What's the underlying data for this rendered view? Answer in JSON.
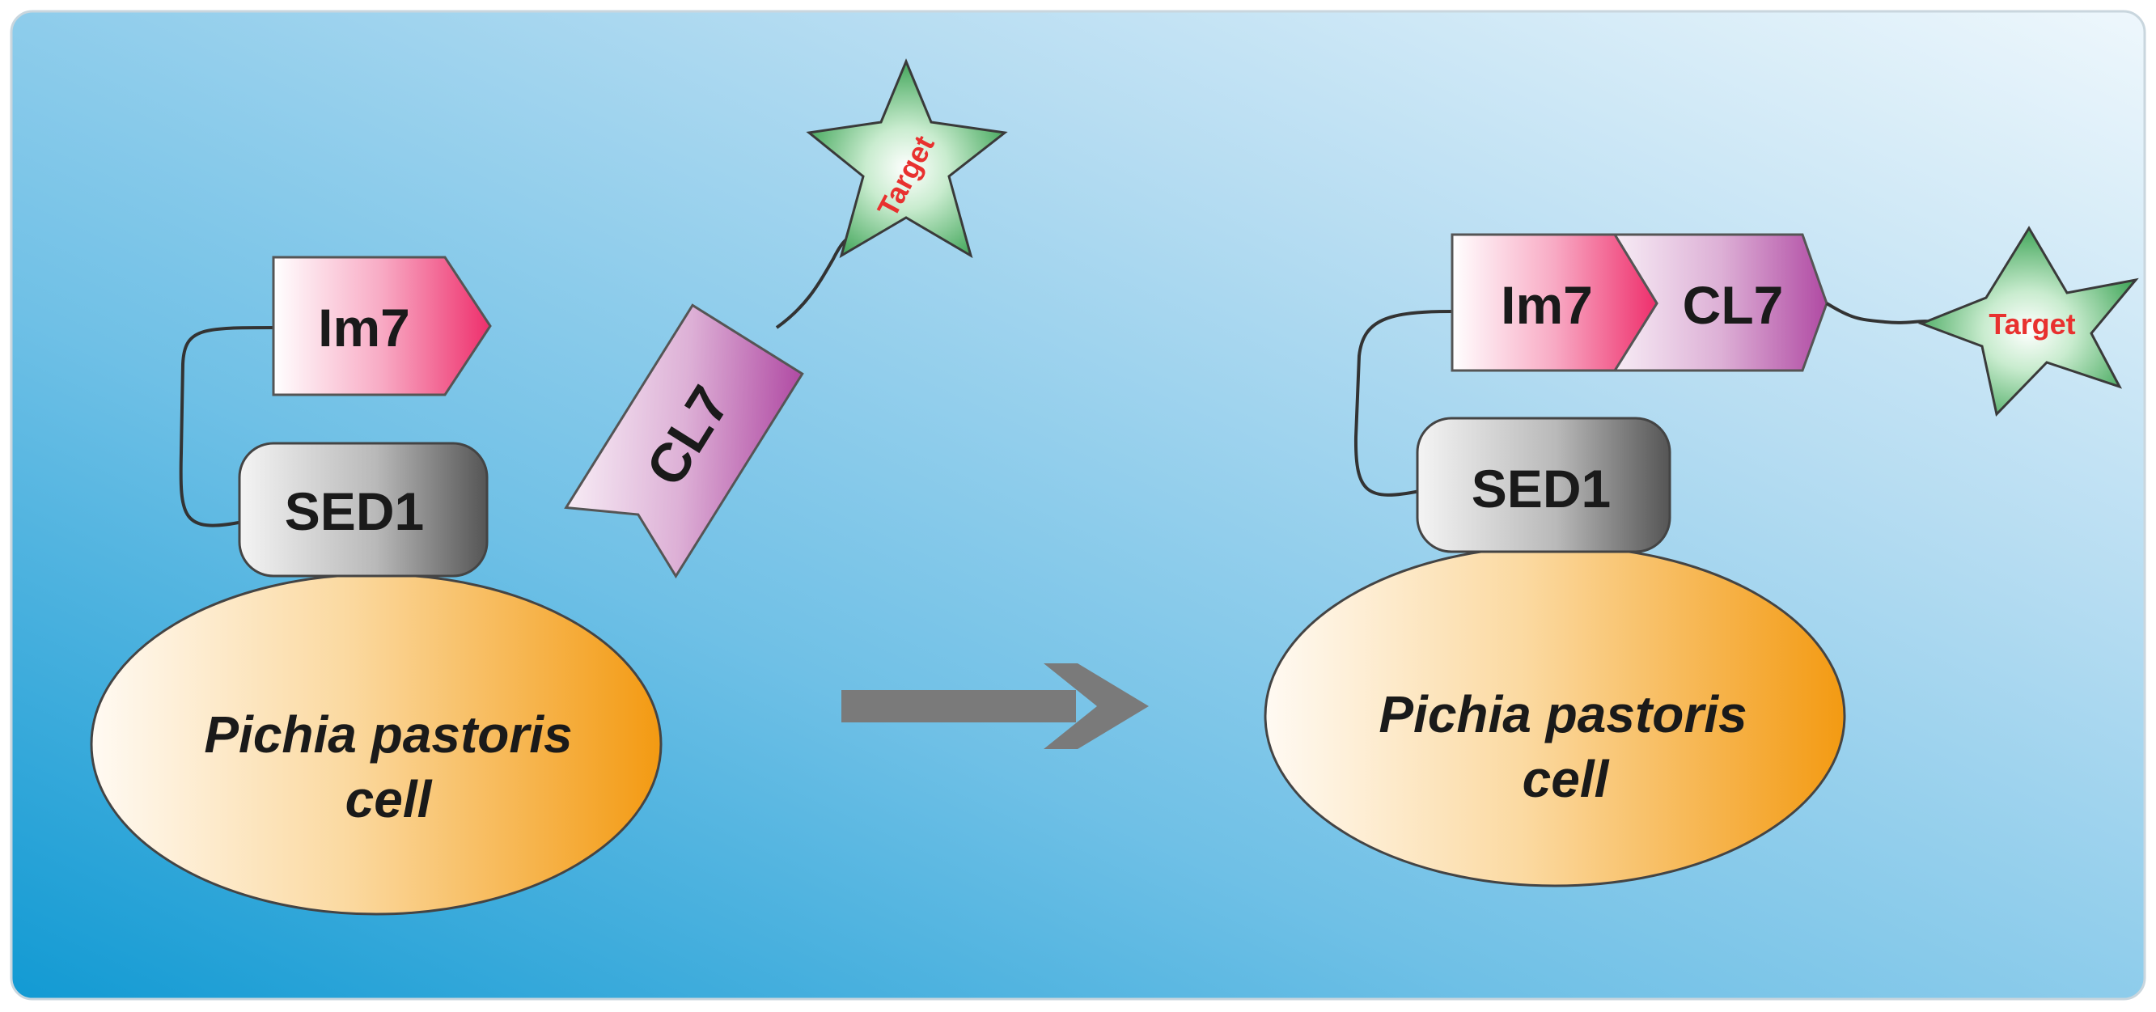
{
  "left": {
    "im7": "Im7",
    "sed1": "SED1",
    "cl7": "CL7",
    "target": "Target",
    "cell_line1": "Pichia pastoris",
    "cell_line2": "cell"
  },
  "right": {
    "im7": "Im7",
    "cl7": "CL7",
    "target": "Target",
    "sed1": "SED1",
    "cell_line1": "Pichia pastoris",
    "cell_line2": "cell"
  },
  "colors": {
    "background_left": "#1a9fd6",
    "background_right": "#e4f2fa",
    "cell_orange": "#f39a12",
    "cell_light": "#fff8ef",
    "im7_pink": "#f0306e",
    "cl7_purple": "#b54aa8",
    "sed1_gray": "#5c5c5c",
    "target_green": "#2f9e4a",
    "arrow_gray": "#7a7a7a"
  }
}
